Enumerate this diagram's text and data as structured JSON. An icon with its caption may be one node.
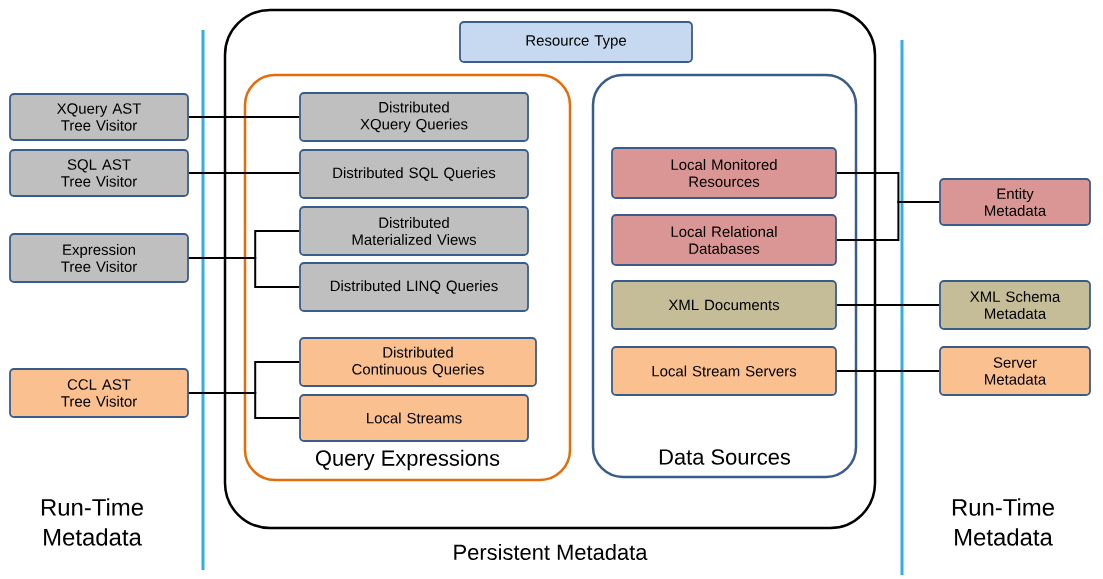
{
  "diagram": {
    "nodes": [
      {
        "text": [
          "Persistent Metadata"
        ]
      },
      {
        "text": [
          "Resource Type"
        ],
        "in": 0
      },
      {
        "text": [
          "Query Expressions"
        ],
        "in": 0
      },
      {
        "text": [
          "Distributed XQuery Queries"
        ],
        "in": 2
      },
      {
        "text": [
          "Distributed SQL Queries"
        ],
        "in": 2
      },
      {
        "text": [
          "Distributed Materialized Views"
        ],
        "in": 2
      },
      {
        "text": [
          "Distributed LINQ Queries"
        ],
        "in": 2
      },
      {
        "text": [
          "Distributed Continuous Queries"
        ],
        "in": 2
      },
      {
        "text": [
          "Local Streams"
        ],
        "in": 2
      },
      {
        "text": [
          "Data Sources"
        ],
        "in": 0
      },
      {
        "text": [
          "Local Monitored Resources"
        ],
        "in": 9
      },
      {
        "text": [
          "Local Relational Databases"
        ],
        "in": 9
      },
      {
        "text": [
          "XML Documents"
        ],
        "in": 9
      },
      {
        "text": [
          "Local Stream Servers"
        ],
        "in": 9
      },
      {
        "text": [
          "XQuery AST Tree Visitor"
        ]
      },
      {
        "text": [
          "SQL AST Tree Visitor"
        ]
      },
      {
        "text": [
          "Expression Tree Visitor"
        ]
      },
      {
        "text": [
          "CCL AST Tree Visitor"
        ]
      },
      {
        "text": [
          "Entity Metadata"
        ]
      },
      {
        "text": [
          "XML Schema Metadata"
        ]
      },
      {
        "text": [
          "Server Metadata"
        ]
      }
    ],
    "edges": [
      {
        "from": 14,
        "to": 3,
        "arrow": "none"
      },
      {
        "from": 15,
        "to": 4,
        "arrow": "none"
      },
      {
        "from": 16,
        "to": 5,
        "arrow": "none"
      },
      {
        "from": 16,
        "to": 6,
        "arrow": "none"
      },
      {
        "from": 17,
        "to": 7,
        "arrow": "none"
      },
      {
        "from": 17,
        "to": 8,
        "arrow": "none"
      },
      {
        "from": 10,
        "to": 18,
        "arrow": "none"
      },
      {
        "from": 11,
        "to": 18,
        "arrow": "none"
      },
      {
        "from": 12,
        "to": 19,
        "arrow": "none"
      },
      {
        "from": 13,
        "to": 20,
        "arrow": "none"
      }
    ],
    "labels": [
      "Run-Time Metadata",
      "Run-Time Metadata"
    ]
  }
}
